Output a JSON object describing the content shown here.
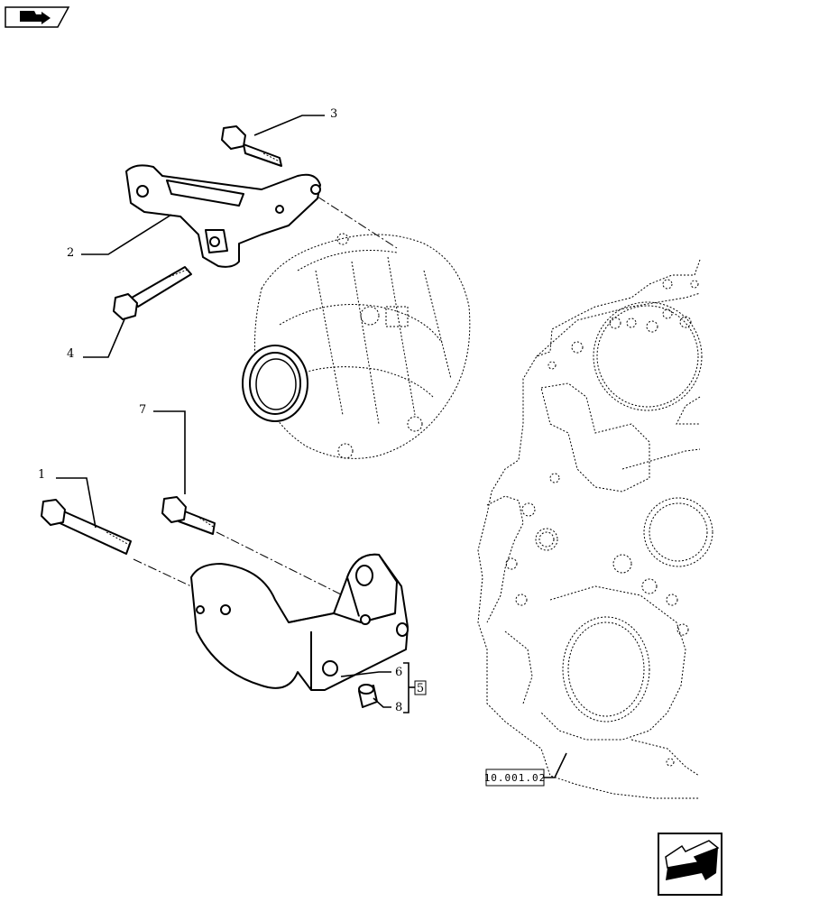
{
  "callouts": {
    "c1": "1",
    "c2": "2",
    "c3": "3",
    "c4": "4",
    "c5": "5",
    "c6": "6",
    "c7": "7",
    "c8": "8"
  },
  "reference": {
    "code": "10.001.02"
  },
  "icons": {
    "top_left": "book-arrow-icon",
    "bottom_right": "exit-arrow-icon"
  }
}
